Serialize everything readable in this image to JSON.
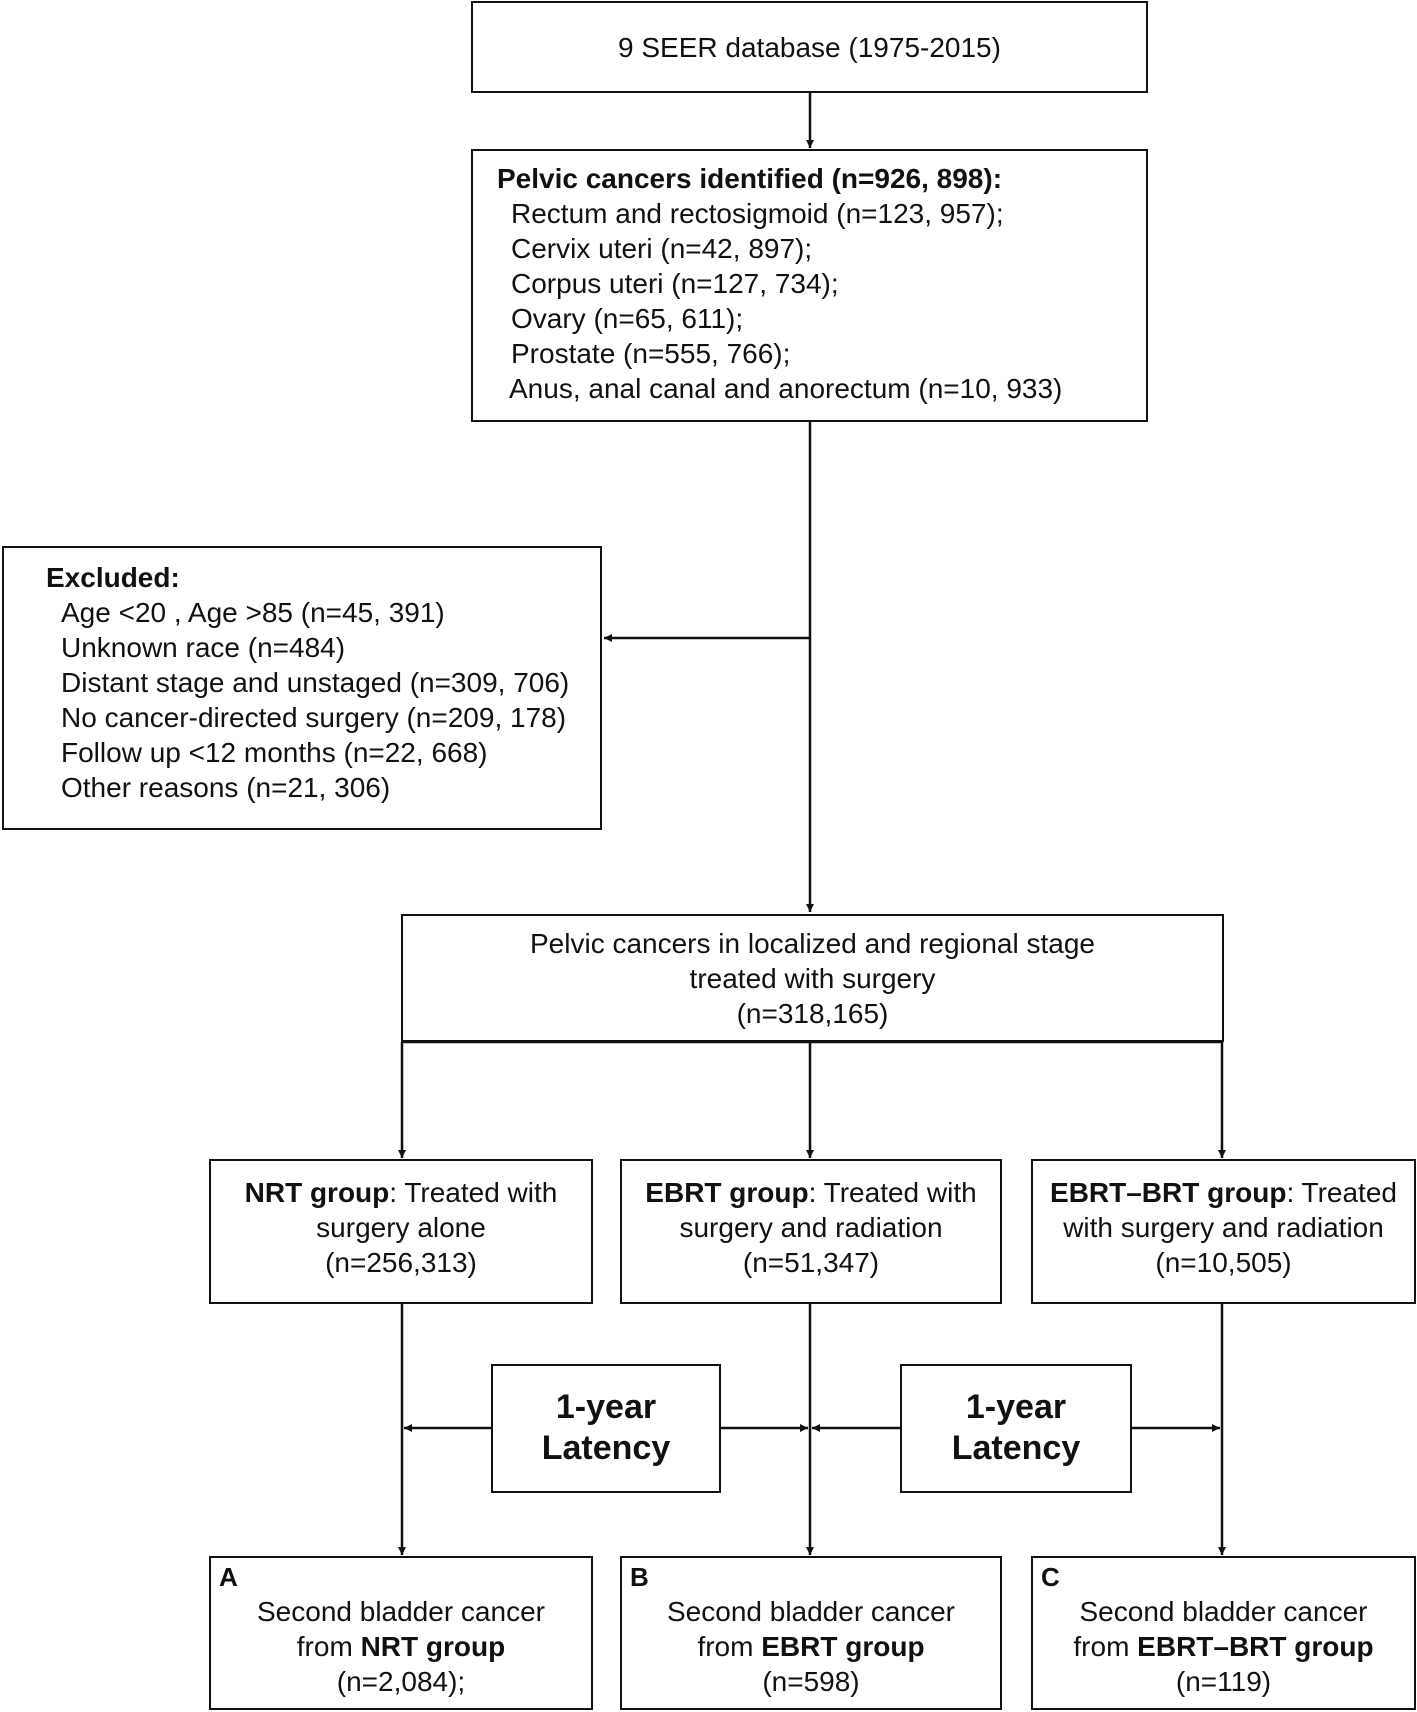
{
  "source": {
    "text": "9 SEER database (1975-2015)"
  },
  "pelvic": {
    "heading": "Pelvic cancers identified (n=926, 898):",
    "items": [
      "Rectum and rectosigmoid (n=123, 957);",
      "Cervix uteri (n=42, 897);",
      "Corpus uteri (n=127, 734);",
      "Ovary (n=65, 611);",
      "Prostate (n=555, 766);",
      "Anus, anal canal and anorectum (n=10, 933)"
    ]
  },
  "excluded": {
    "heading": "Excluded:",
    "items": [
      "Age <20 , Age >85 (n=45, 391)",
      "Unknown race (n=484)",
      "Distant stage and unstaged (n=309, 706)",
      "No cancer-directed surgery (n=209, 178)",
      "Follow up <12 months (n=22, 668)",
      "Other reasons (n=21, 306)"
    ]
  },
  "localized": {
    "line1": "Pelvic cancers in localized and regional stage",
    "line2": "treated with surgery",
    "line3": "(n=318,165)"
  },
  "groups": {
    "nrt": {
      "name": "NRT group",
      "rest1": ": Treated with",
      "line2": "surgery alone",
      "line3": "(n=256,313)"
    },
    "ebrt": {
      "name": "EBRT group",
      "rest1": ": Treated with",
      "line2": "surgery and radiation",
      "line3": "(n=51,347)"
    },
    "ebrt_brt": {
      "name": "EBRT–BRT group",
      "rest1": ": Treated",
      "line2": "with surgery and radiation",
      "line3": "(n=10,505)"
    }
  },
  "latency": {
    "left": {
      "line1": "1-year",
      "line2": "Latency"
    },
    "right": {
      "line1": "1-year",
      "line2": "Latency"
    }
  },
  "outcomes": {
    "a": {
      "letter": "A",
      "line1": "Second bladder cancer",
      "from": "from ",
      "group": "NRT group",
      "line3": "(n=2,084);"
    },
    "b": {
      "letter": "B",
      "line1": "Second bladder cancer",
      "from": "from ",
      "group": "EBRT group",
      "line3": "(n=598)"
    },
    "c": {
      "letter": "C",
      "line1": "Second bladder cancer",
      "from": "from ",
      "group": "EBRT–BRT group",
      "line3": "(n=119)"
    }
  }
}
